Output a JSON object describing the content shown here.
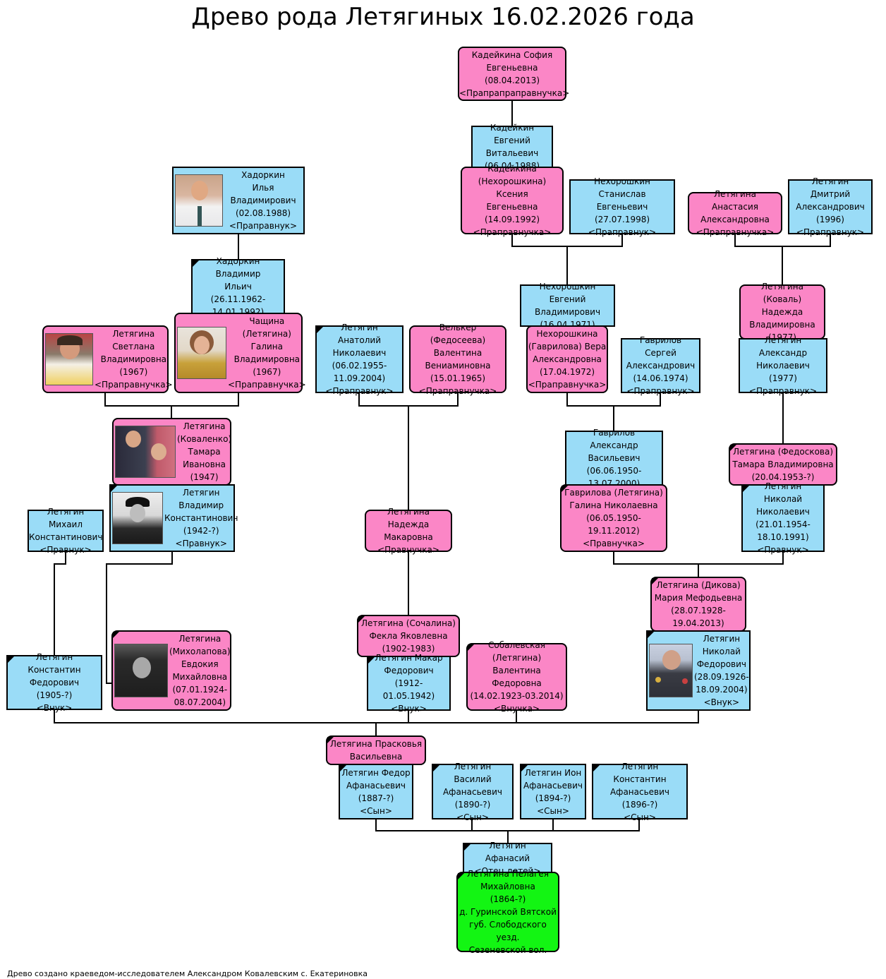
{
  "title": "Древо рода Летягиных 16.02.2026 года",
  "footer": "Древо создано краеведом-исследователем Александром Ковалевским с. Екатериновка",
  "colors": {
    "male": "#9adcf7",
    "female": "#fb86c6",
    "root": "#13f513",
    "line": "#000000"
  },
  "nodes": {
    "sofia": {
      "lines": [
        "Кадейкина София",
        "Евгеньевна",
        "(08.04.2013)",
        "<Прапрапраправнучка>"
      ]
    },
    "evgeny_k": {
      "lines": [
        "Кадейкин Евгений",
        "Витальевич",
        "(06.04.1988)"
      ]
    },
    "ksenia": {
      "lines": [
        "Кадейкина",
        "(Нехорошкина) Ксения",
        "Евгеньевна",
        "(14.09.1992)",
        "<Праправнучка>"
      ]
    },
    "stanislav": {
      "lines": [
        "Нехорошкин Станислав",
        "Евгеньевич",
        "(27.07.1998)",
        "<Праправнук>"
      ]
    },
    "anastasia": {
      "lines": [
        "Летягина Анастасия",
        "Александровна",
        "<Праправнучка>"
      ]
    },
    "dmitry": {
      "lines": [
        "Летягин Дмитрий",
        "Александрович",
        "(1996)",
        "<Праправнук>"
      ]
    },
    "ilya": {
      "lines": [
        "Хадоркин",
        "Илья",
        "Владимирович",
        "(02.08.1988)",
        "<Праправнук>"
      ]
    },
    "vladimir_h": {
      "lines": [
        "Хадоркин Владимир",
        "Ильич",
        "(26.11.1962-",
        "14.01.1992)"
      ]
    },
    "galina_ch": {
      "lines": [
        "Чащина",
        "(Летягина)",
        "Галина",
        "Владимировна",
        "(1967)",
        "<Праправнучка>"
      ]
    },
    "svetlana": {
      "lines": [
        "Летягина",
        "Светлана",
        "Владимировна",
        "(1967)",
        "<Праправнучка>"
      ]
    },
    "anatoly": {
      "lines": [
        "Летягин Анатолий",
        "Николаевич",
        "(06.02.1955-",
        "11.09.2004)",
        "<Праправнук>"
      ]
    },
    "valentina_v": {
      "lines": [
        "Велькер (Федосеева)",
        "Валентина",
        "Вениаминовна",
        "(15.01.1965)",
        "<Праправнучка>"
      ]
    },
    "evgeny_n": {
      "lines": [
        "Нехорошкин Евгений",
        "Владимирович",
        "(16.04.1971)"
      ]
    },
    "vera": {
      "lines": [
        "Нехорошкина",
        "(Гаврилова) Вера",
        "Александровна",
        "(17.04.1972)",
        "<Праправнучка>"
      ]
    },
    "sergey": {
      "lines": [
        "Гаврилов Сергей",
        "Александрович",
        "(14.06.1974)",
        "<Праправнук>"
      ]
    },
    "nadezhda_k": {
      "lines": [
        "Летягина (Коваль)",
        "Надежда",
        "Владимировна",
        "(1977)"
      ]
    },
    "alexandr_l": {
      "lines": [
        "Летягин Александр",
        "Николаевич",
        "(1977)",
        "<Праправнук>"
      ]
    },
    "tamara_k": {
      "lines": [
        "Летягина",
        "(Коваленко)",
        "Тамара",
        "Ивановна",
        "(1947)"
      ]
    },
    "vladimir_l": {
      "lines": [
        "Летягин",
        "Владимир",
        "Константинович",
        "(1942-?)",
        "<Правнук>"
      ]
    },
    "mikhail": {
      "lines": [
        "Летягин Михаил",
        "Константинович",
        "<Правнук>"
      ]
    },
    "nadezhda_m": {
      "lines": [
        "Летягина Надежда",
        "Макаровна",
        "<Правнучка>"
      ]
    },
    "alexandr_g": {
      "lines": [
        "Гаврилов Александр",
        "Васильевич",
        "(06.06.1950-",
        "13.07.2000)"
      ]
    },
    "galina_g": {
      "lines": [
        "Гаврилова (Летягина)",
        "Галина Николаевна",
        "(06.05.1950-",
        "19.11.2012)",
        "<Правнучка>"
      ]
    },
    "tamara_f": {
      "lines": [
        "Летягина (Федоскова)",
        "Тамара Владимировна",
        "(20.04.1953-?)"
      ]
    },
    "nikolay_n": {
      "lines": [
        "Летягин Николай",
        "Николаевич",
        "(21.01.1954-",
        "18.10.1991)",
        "<Правнук>"
      ]
    },
    "maria": {
      "lines": [
        "Летягина (Дикова)",
        "Мария Мефодьевна",
        "(28.07.1928-",
        "19.04.2013)"
      ]
    },
    "konstantin_f": {
      "lines": [
        "Летягин Константин",
        "Федорович",
        "(1905-?)",
        "<Внук>"
      ]
    },
    "evdokia": {
      "lines": [
        "Летягина",
        "(Михолапова)",
        "Евдокия",
        "Михайловна",
        "(07.01.1924-",
        "08.07.2004)"
      ]
    },
    "fekla": {
      "lines": [
        "Летягина (Сочалина)",
        "Фекла Яковлевна",
        "(1902-1983)"
      ]
    },
    "makar": {
      "lines": [
        "Летягин Макар",
        "Федорович",
        "(1912-01.05.1942)",
        "<Внук>"
      ]
    },
    "valentina_s": {
      "lines": [
        "Собалевская",
        "(Летягина) Валентина",
        "Федоровна",
        "(14.02.1923-03.2014)",
        "<Внучка>"
      ]
    },
    "nikolay_f": {
      "lines": [
        "Летягин",
        "Николай",
        "Федорович",
        "(28.09.1926-",
        "18.09.2004)",
        "<Внук>"
      ]
    },
    "praskovya": {
      "lines": [
        "Летягина Прасковья",
        "Васильевна"
      ]
    },
    "fedor": {
      "lines": [
        "Летягин Федор",
        "Афанасьевич",
        "(1887-?)",
        "<Сын>"
      ]
    },
    "vasily": {
      "lines": [
        "Летягин Василий",
        "Афанасьевич",
        "(1890-?)",
        "<Сын>"
      ]
    },
    "ion": {
      "lines": [
        "Летягин Ион",
        "Афанасьевич",
        "(1894-?)",
        "<Сын>"
      ]
    },
    "konstantin_a": {
      "lines": [
        "Летягин Константин",
        "Афанасьевич",
        "(1896-?)",
        "<Сын>"
      ]
    },
    "afanasy": {
      "lines": [
        "Летягин Афанасий",
        "<Отец детей>"
      ]
    },
    "pelageya": {
      "lines": [
        "Летягина Пелагея",
        "Михайловна",
        "(1864-?)",
        "д. Гуринской Вятской",
        "губ. Слободского уезд.",
        "Сезеневской вол."
      ]
    }
  }
}
